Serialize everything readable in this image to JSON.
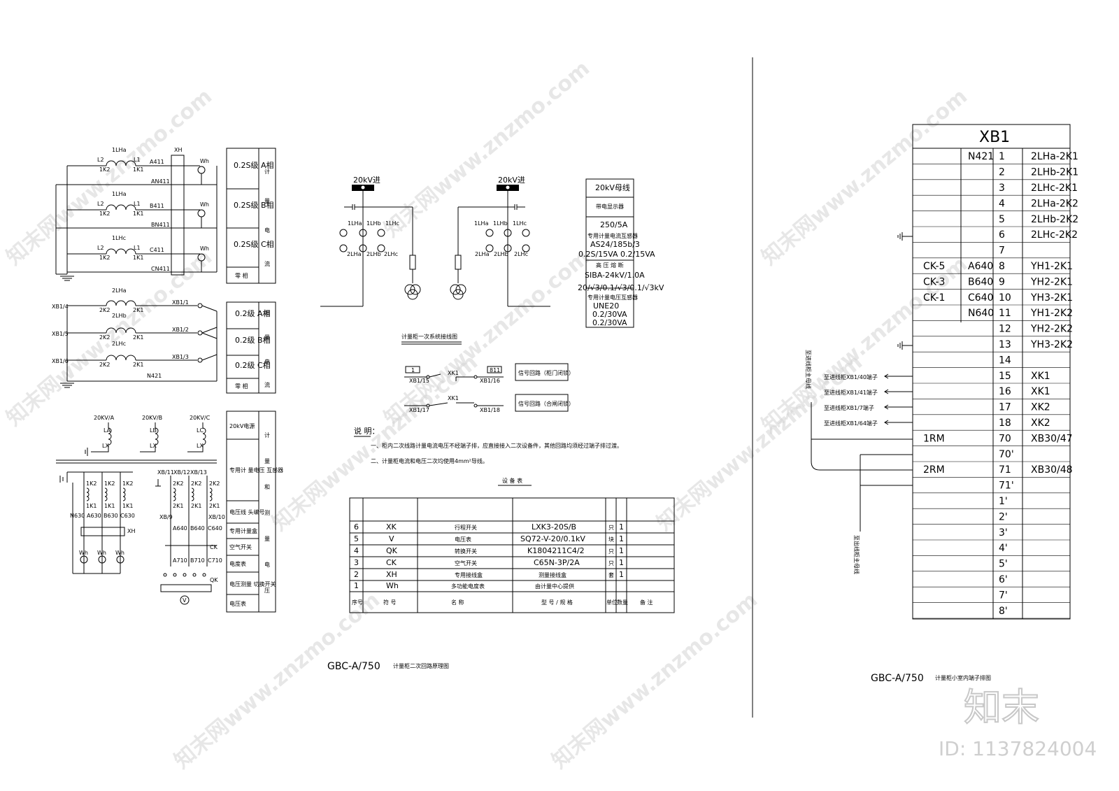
{
  "watermark": {
    "text": "知末网www.znzmo.com",
    "logo": "知末",
    "id": "ID: 1137824004"
  },
  "secondary_panel": {
    "title_code": "GBC-A/750",
    "title_text": "计量柜二次回路原理图",
    "ct_a": {
      "name": "1LHa",
      "l2": "L2",
      "l1": "L1",
      "k2": "1K2",
      "k1": "1K1",
      "wire": "A411",
      "neutral": "AN411"
    },
    "ct_b": {
      "name": "1LHa",
      "l2": "L2",
      "l1": "L1",
      "k2": "1K2",
      "k1": "1K1",
      "wire": "B411",
      "neutral": "BN411"
    },
    "ct_c": {
      "name": "1LHc",
      "l2": "L2",
      "l1": "L1",
      "k2": "1K2",
      "k1": "1K1",
      "wire": "C411",
      "neutral": "CN411"
    },
    "xh_label": "XH",
    "wh_label": "Wh",
    "meter_box1": {
      "rows": [
        "0.2S级 A相",
        "0.2S级 B相",
        "0.2S级 C相",
        "零 相"
      ],
      "side": [
        "计",
        "量",
        "电",
        "流"
      ]
    },
    "ct2": [
      {
        "name": "2LHa",
        "k2": "2K2",
        "k1": "2K1",
        "left": "XB1/4",
        "right": "XB1/1"
      },
      {
        "name": "2LHb",
        "k2": "2K2",
        "k1": "2K1",
        "left": "XB1/5",
        "right": "XB1/2"
      },
      {
        "name": "2LHc",
        "k2": "2K2",
        "k1": "2K1",
        "left": "XB1/6",
        "right": "XB1/3"
      }
    ],
    "n421": "N421",
    "meter_box2": {
      "rows": [
        "0.2级 A相",
        "0.2级 B相",
        "0.2级 C相",
        "零 相"
      ],
      "side": [
        "测",
        "量",
        "电",
        "流"
      ]
    },
    "pt_labels": [
      "20KV/A",
      "20KV/B",
      "20KV/C"
    ],
    "pt_sub": [
      "LA",
      "LB",
      "LC"
    ],
    "lx": "LX",
    "pt_k": [
      "1K2",
      "1K2",
      "1K2",
      "1K1",
      "1K1",
      "1K1"
    ],
    "pt_n": [
      "N630",
      "A630",
      "B630",
      "C630"
    ],
    "xb_top": [
      "XB/11",
      "XB/12",
      "XB/13"
    ],
    "k2k": [
      "2K2",
      "2K2",
      "2K2",
      "2K1",
      "2K1",
      "2K1"
    ],
    "xb_mid": [
      "XB/9",
      "XB/10"
    ],
    "p640": [
      "A640",
      "B640",
      "C640"
    ],
    "ck": "CK",
    "p710": [
      "A710",
      "B710",
      "C710"
    ],
    "qk": "QK",
    "v": "V",
    "meter_box3": {
      "rows": [
        "20kV电源",
        "专用计 量电压 互感器",
        "电压线 头编号",
        "专用计量盒",
        "空气开关",
        "电度表",
        "电压测量 切换开关",
        "电压表"
      ],
      "side": [
        "计",
        "量",
        "和",
        "测",
        "量",
        "电",
        "压"
      ]
    }
  },
  "primary_panel": {
    "title": "计量柜一次系统接线图",
    "left_bus": "20kV进",
    "right_bus": "20kV进",
    "ct_top": [
      "1LHa",
      "1LHb",
      "1LHc"
    ],
    "ct_bot": [
      "2LHa",
      "2LHb",
      "2LHc"
    ],
    "spec_rows": [
      "20kV母线",
      "带电显示器",
      "250/5A",
      "专用计量电流互感器",
      "AS24/185b/3",
      "0.2S/15VA  0.2/15VA",
      "高 压 熔 断",
      "SIBA-24kV/1.0A",
      "20/√3/0.1/√3/0.1/√3kV",
      "专用计量电压互感器",
      "UNE20",
      "0.2/30VA",
      "0.2/30VA"
    ]
  },
  "control": {
    "box1": "1",
    "box2": "811",
    "xk": "XK1",
    "xb": [
      "XB1/15",
      "XB1/16",
      "XB1/17",
      "XB1/18"
    ],
    "desc1": "信号回路（柜门闭锁）",
    "desc2": "信号回路（合闸闭锁）"
  },
  "notes": {
    "heading": "说 明：",
    "line1": "一、柜内二次线路计量电流电压不经端子排，应直接接入二次设备件，其他回路均须经过端子排过渡。",
    "line2": "二、计量柜电流和电压二次均使用4mm²导线。"
  },
  "equipment": {
    "title": "设 备 表",
    "headers": [
      "序号",
      "符 号",
      "名    称",
      "型 号 / 规 格",
      "单位",
      "数量",
      "备  注"
    ],
    "rows": [
      [
        "6",
        "XK",
        "行程开关",
        "LXK3-20S/B",
        "只",
        "1",
        ""
      ],
      [
        "5",
        "V",
        "电压表",
        "SQ72-V-20/0.1kV",
        "块",
        "1",
        ""
      ],
      [
        "4",
        "QK",
        "转换开关",
        "K1804211C4/2",
        "只",
        "1",
        ""
      ],
      [
        "3",
        "CK",
        "空气开关",
        "C65N-3P/2A",
        "只",
        "1",
        ""
      ],
      [
        "2",
        "XH",
        "专用接线盒",
        "测量接线盒",
        "套",
        "1",
        ""
      ],
      [
        "1",
        "Wh",
        "多功能电度表",
        "由计量中心提供",
        "",
        "",
        ""
      ]
    ]
  },
  "terminal": {
    "title": "XB1",
    "title_code": "GBC-A/750",
    "title_text": "计量柜小室内端子排图",
    "rows": [
      {
        "a": "",
        "b": "N421",
        "n": "1",
        "r": "2LHa-2K1"
      },
      {
        "a": "",
        "b": "",
        "n": "2",
        "r": "2LHb-2K1"
      },
      {
        "a": "",
        "b": "",
        "n": "3",
        "r": "2LHc-2K1"
      },
      {
        "a": "",
        "b": "",
        "n": "4",
        "r": "2LHa-2K2"
      },
      {
        "a": "",
        "b": "",
        "n": "5",
        "r": "2LHb-2K2"
      },
      {
        "a": "",
        "b": "",
        "n": "6",
        "r": "2LHc-2K2"
      },
      {
        "a": "",
        "b": "",
        "n": "7",
        "r": ""
      },
      {
        "a": "CK-5",
        "b": "A640",
        "n": "8",
        "r": "YH1-2K1"
      },
      {
        "a": "CK-3",
        "b": "B640",
        "n": "9",
        "r": "YH2-2K1"
      },
      {
        "a": "CK-1",
        "b": "C640",
        "n": "10",
        "r": "YH3-2K1"
      },
      {
        "a": "",
        "b": "N640",
        "n": "11",
        "r": "YH1-2K2"
      },
      {
        "a": "",
        "b": "",
        "n": "12",
        "r": "YH2-2K2"
      },
      {
        "a": "",
        "b": "",
        "n": "13",
        "r": "YH3-2K2"
      },
      {
        "a": "",
        "b": "",
        "n": "14",
        "r": ""
      },
      {
        "a": "",
        "b": "",
        "n": "15",
        "r": "XK1"
      },
      {
        "a": "",
        "b": "",
        "n": "16",
        "r": "XK1"
      },
      {
        "a": "",
        "b": "",
        "n": "17",
        "r": "XK2"
      },
      {
        "a": "",
        "b": "",
        "n": "18",
        "r": "XK2"
      },
      {
        "a": "1RM",
        "b": "",
        "n": "70",
        "r": "XB30/47"
      },
      {
        "a": "",
        "b": "",
        "n": "70'",
        "r": ""
      },
      {
        "a": "2RM",
        "b": "",
        "n": "71",
        "r": "XB30/48"
      },
      {
        "a": "",
        "b": "",
        "n": "71'",
        "r": ""
      },
      {
        "a": "",
        "b": "",
        "n": "1'",
        "r": ""
      },
      {
        "a": "",
        "b": "",
        "n": "2'",
        "r": ""
      },
      {
        "a": "",
        "b": "",
        "n": "3'",
        "r": ""
      },
      {
        "a": "",
        "b": "",
        "n": "4'",
        "r": ""
      },
      {
        "a": "",
        "b": "",
        "n": "5'",
        "r": ""
      },
      {
        "a": "",
        "b": "",
        "n": "6'",
        "r": ""
      },
      {
        "a": "",
        "b": "",
        "n": "7'",
        "r": ""
      },
      {
        "a": "",
        "b": "",
        "n": "8'",
        "r": ""
      }
    ],
    "left_notes": [
      "至进线柜XB1/40端子",
      "至进线柜XB1/41端子",
      "至进线柜XB1/7端子",
      "至进线柜XB1/64端子"
    ],
    "vert1": "至进线柜主母线",
    "vert2": "至出线柜主母线"
  }
}
